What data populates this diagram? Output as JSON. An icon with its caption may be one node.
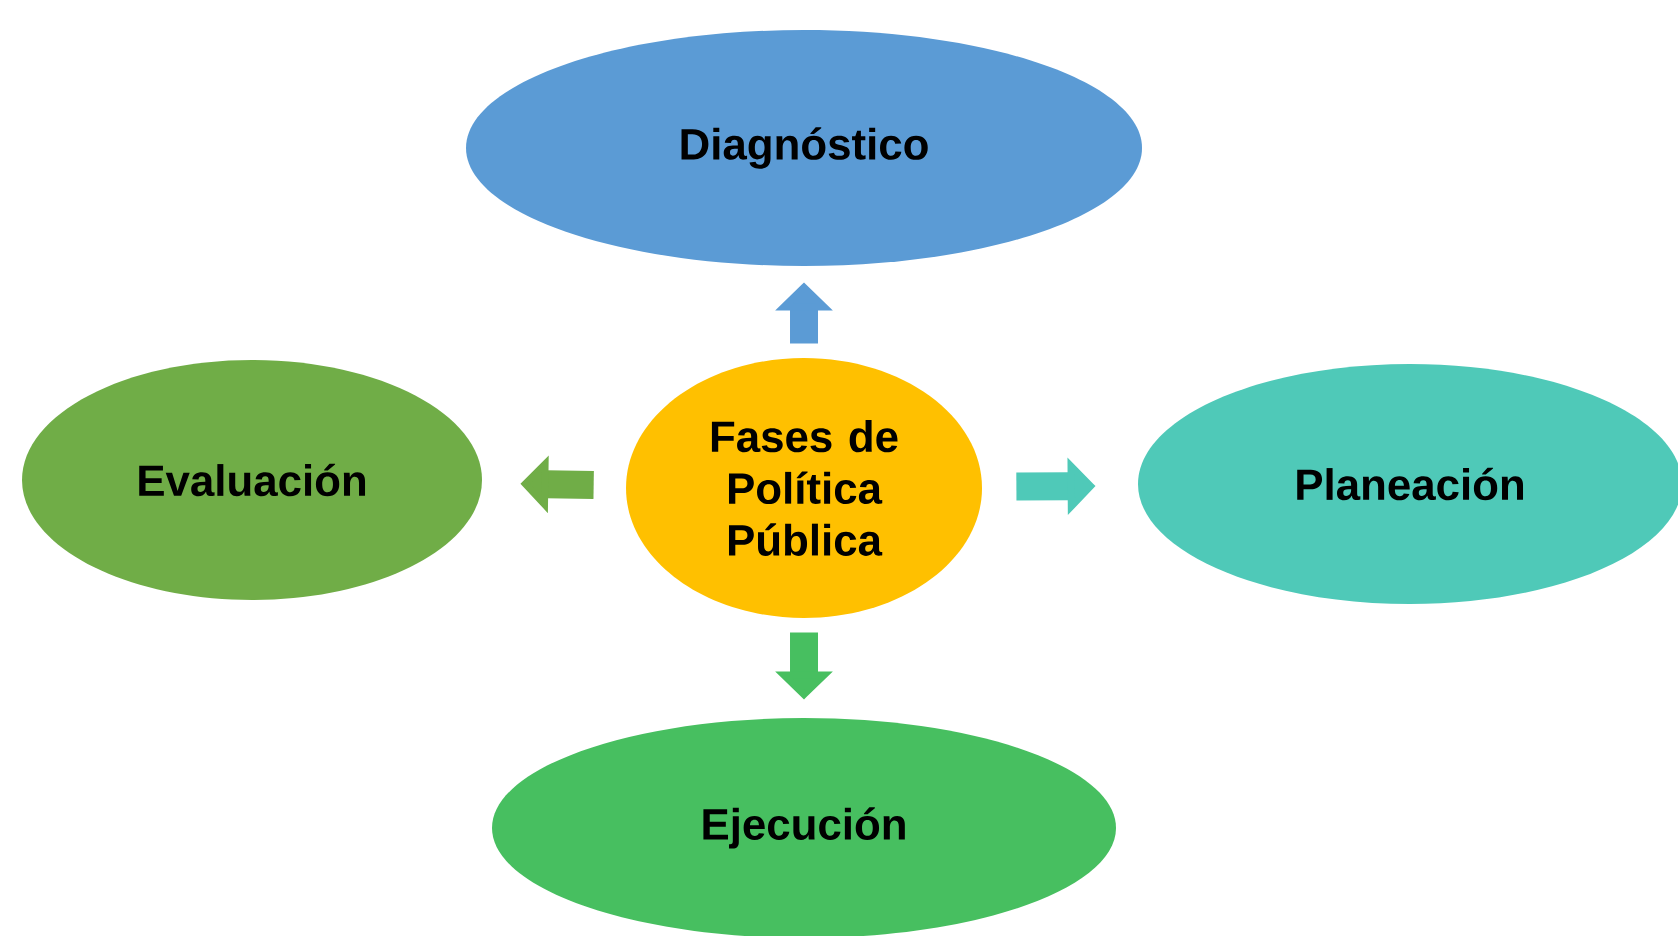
{
  "diagram": {
    "nodes": [
      {
        "text": [
          "Diagnóstico"
        ]
      },
      {
        "text": [
          "Evaluación"
        ]
      },
      {
        "text": [
          "Fases de Política Pública"
        ]
      },
      {
        "text": [
          "Planeación"
        ]
      },
      {
        "text": [
          "Ejecución"
        ]
      }
    ],
    "edges": [
      {
        "from": 2,
        "to": 0,
        "arrow": "to",
        "color": "#5b9bd5"
      },
      {
        "from": 2,
        "to": 1,
        "arrow": "to",
        "color": "#70ad47"
      },
      {
        "from": 2,
        "to": 3,
        "arrow": "to",
        "color": "#4fc9b8"
      },
      {
        "from": 2,
        "to": 4,
        "arrow": "to",
        "color": "#47bf60"
      }
    ]
  }
}
